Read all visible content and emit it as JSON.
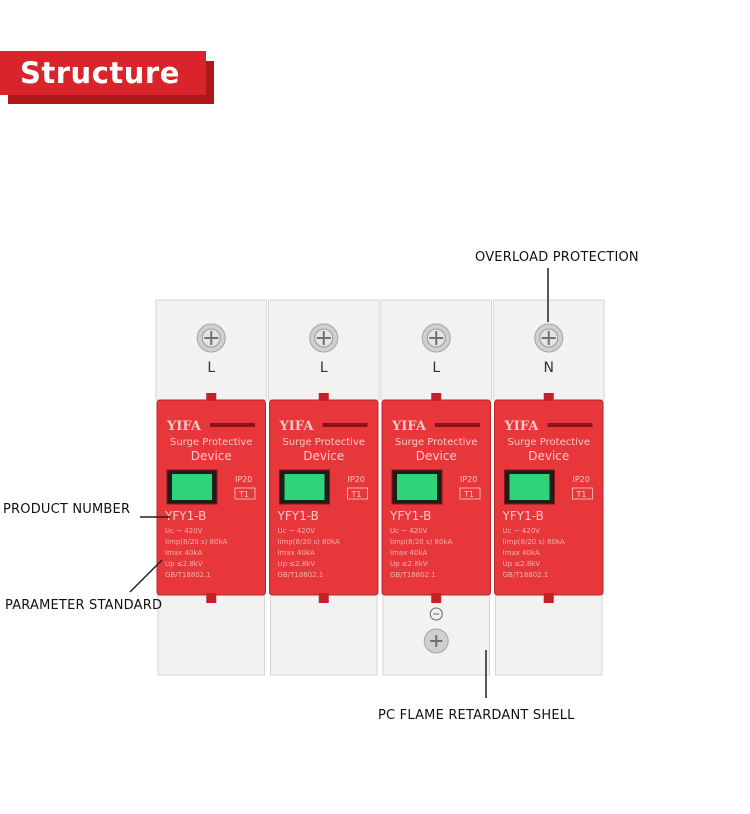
{
  "section_title": "Structure",
  "callouts": {
    "overload_protection": "OVERLOAD PROTECTION",
    "product_number": "PRODUCT NUMBER",
    "parameter_standard": "PARAMETER STANDARD",
    "pc_shell": "PC FLAME RETARDANT SHELL"
  },
  "device": {
    "brand": "YIFA",
    "label_line1": "Surge Protective",
    "label_line2": "Device",
    "model": "YFY1-B",
    "ip_rating": "IP20",
    "class_mark": "T1",
    "poles": [
      "L",
      "L",
      "L",
      "N"
    ],
    "spec_lines": [
      "Uc          ~ 420V",
      "Iimp(8/20 s)  80kA",
      "Imax        40kA",
      "Up          ≤2.8kV",
      "GB/T18802.1"
    ]
  },
  "colors": {
    "accent": "#d9242b",
    "module_red": "#e8373a",
    "shell_white": "#f2f2f2",
    "indicator_green": "#2ed47a"
  }
}
